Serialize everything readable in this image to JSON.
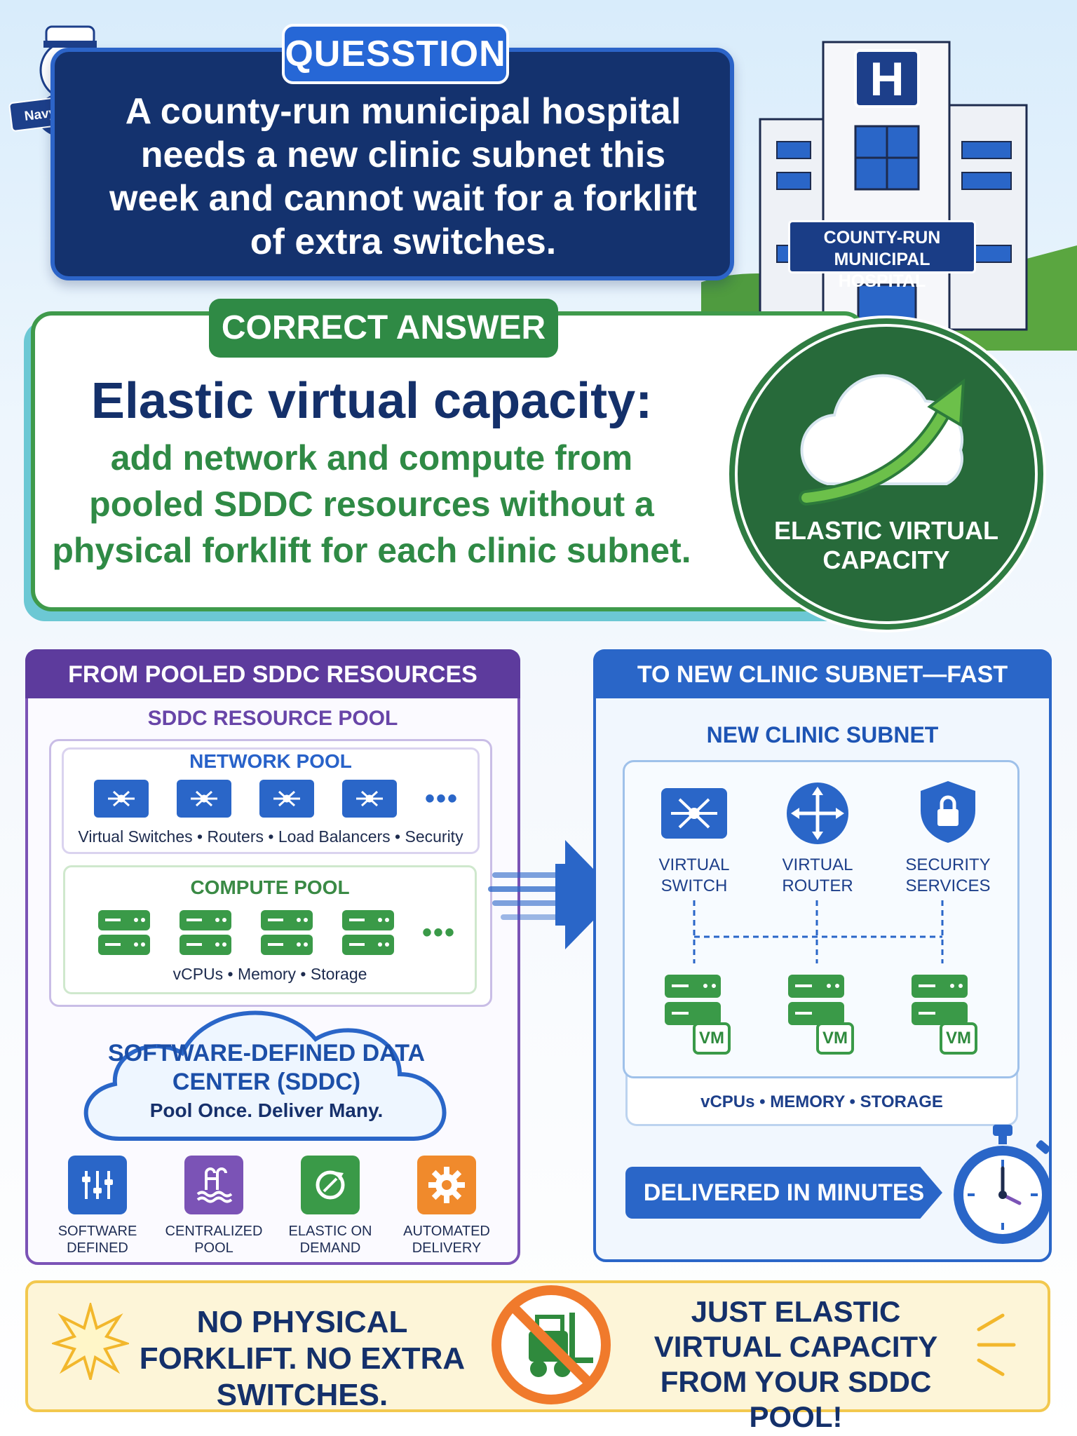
{
  "mascot": {
    "banner": "Navy Duck"
  },
  "question": {
    "label": "QUESSTION",
    "text": "A county-run municipal hospital needs a new clinic subnet this week and cannot wait for a forklift of extra switches."
  },
  "hospital": {
    "sign_letter": "H",
    "sign": "COUNTY-RUN MUNICIPAL HOSPITAL"
  },
  "answer": {
    "label": "CORRECT ANSWER",
    "title": "Elastic virtual capacity:",
    "text": "add network and compute from pooled SDDC resources without a physical forklift for each clinic subnet.",
    "badge": "ELASTIC VIRTUAL CAPACITY"
  },
  "left_panel": {
    "header": "FROM POOLED SDDC RESOURCES",
    "pool_title": "SDDC RESOURCE POOL",
    "network_pool": {
      "title": "NETWORK POOL",
      "caption": "Virtual Switches • Routers • Load Balancers • Security",
      "more": "•••"
    },
    "compute_pool": {
      "title": "COMPUTE POOL",
      "caption": "vCPUs • Memory • Storage",
      "more": "•••"
    },
    "cloud": {
      "title": "SOFTWARE-DEFINED DATA CENTER (SDDC)",
      "tagline": "Pool Once. Deliver Many."
    },
    "features": [
      {
        "label": "SOFTWARE DEFINED",
        "icon": "sliders-icon",
        "color": "#2a66c8"
      },
      {
        "label": "CENTRALIZED POOL",
        "icon": "pool-icon",
        "color": "#7b53b6"
      },
      {
        "label": "ELASTIC ON DEMAND",
        "icon": "refresh-icon",
        "color": "#3a9a48"
      },
      {
        "label": "AUTOMATED DELIVERY",
        "icon": "gear-icon",
        "color": "#f08a2c"
      }
    ]
  },
  "right_panel": {
    "header": "TO NEW CLINIC SUBNET—FAST",
    "subnet_title": "NEW CLINIC SUBNET",
    "services": [
      {
        "label": "VIRTUAL SWITCH",
        "icon": "switch-icon"
      },
      {
        "label": "VIRTUAL ROUTER",
        "icon": "router-icon"
      },
      {
        "label": "SECURITY SERVICES",
        "icon": "shield-lock-icon"
      }
    ],
    "vm_label": "VM",
    "caption": "vCPUs • MEMORY • STORAGE",
    "delivered": "DELIVERED IN MINUTES"
  },
  "footer": {
    "left": "NO PHYSICAL FORKLIFT. NO EXTRA SWITCHES.",
    "right": "JUST ELASTIC VIRTUAL CAPACITY FROM YOUR SDDC POOL!"
  },
  "colors": {
    "navy": "#14326e",
    "blue": "#2a66c8",
    "green": "#2f8a45",
    "purple": "#5d3b9d",
    "orange": "#f08a2c",
    "yellow": "#f2c84e"
  }
}
